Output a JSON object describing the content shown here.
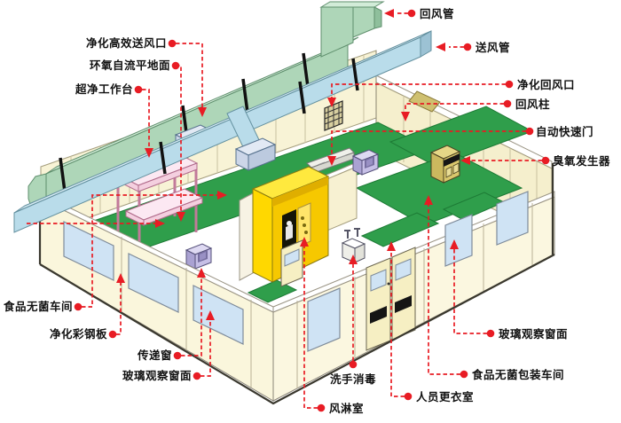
{
  "diagram": {
    "subject": "food-cleanroom-workshop-cutaway",
    "labels": [
      {
        "id": "hepa-supply-outlet",
        "text": "净化高效送风口"
      },
      {
        "id": "epoxy-self-leveling-floor",
        "text": "环氧自流平地面"
      },
      {
        "id": "clean-bench",
        "text": "超净工作台"
      },
      {
        "id": "food-sterile-workshop",
        "text": "食品无菌车间"
      },
      {
        "id": "purification-color-steel-panel",
        "text": "净化彩钢板"
      },
      {
        "id": "transfer-window",
        "text": "传递窗"
      },
      {
        "id": "glass-observation-window-left",
        "text": "玻璃观察窗面"
      },
      {
        "id": "hand-wash-disinfection",
        "text": "洗手消毒"
      },
      {
        "id": "air-shower-room",
        "text": "风淋室"
      },
      {
        "id": "return-air-duct",
        "text": "回风管"
      },
      {
        "id": "supply-air-duct",
        "text": "送风管"
      },
      {
        "id": "purification-return-air-outlet",
        "text": "净化回风口"
      },
      {
        "id": "return-air-column",
        "text": "回风柱"
      },
      {
        "id": "automatic-rapid-door",
        "text": "自动快速门"
      },
      {
        "id": "ozone-generator",
        "text": "臭氧发生器"
      },
      {
        "id": "glass-observation-window-right",
        "text": "玻璃观察窗面"
      },
      {
        "id": "food-sterile-packaging-workshop",
        "text": "食品无菌包装车间"
      },
      {
        "id": "personnel-changing-room",
        "text": "人员更衣室"
      }
    ],
    "colors": {
      "annotation_red": "#e81c24",
      "floor_green": "#2f9e4b",
      "wall_cream": "#f8f3d6",
      "return_duct_green": "#aed6b8",
      "supply_duct_blue": "#b9dcea",
      "air_shower_yellow": "#ffd800",
      "bench_pink": "#fce8f2",
      "transfer_window_purple": "#c6bfe6",
      "ozone_tan": "#d9c76c",
      "window_blue": "#cfe3f4"
    }
  }
}
